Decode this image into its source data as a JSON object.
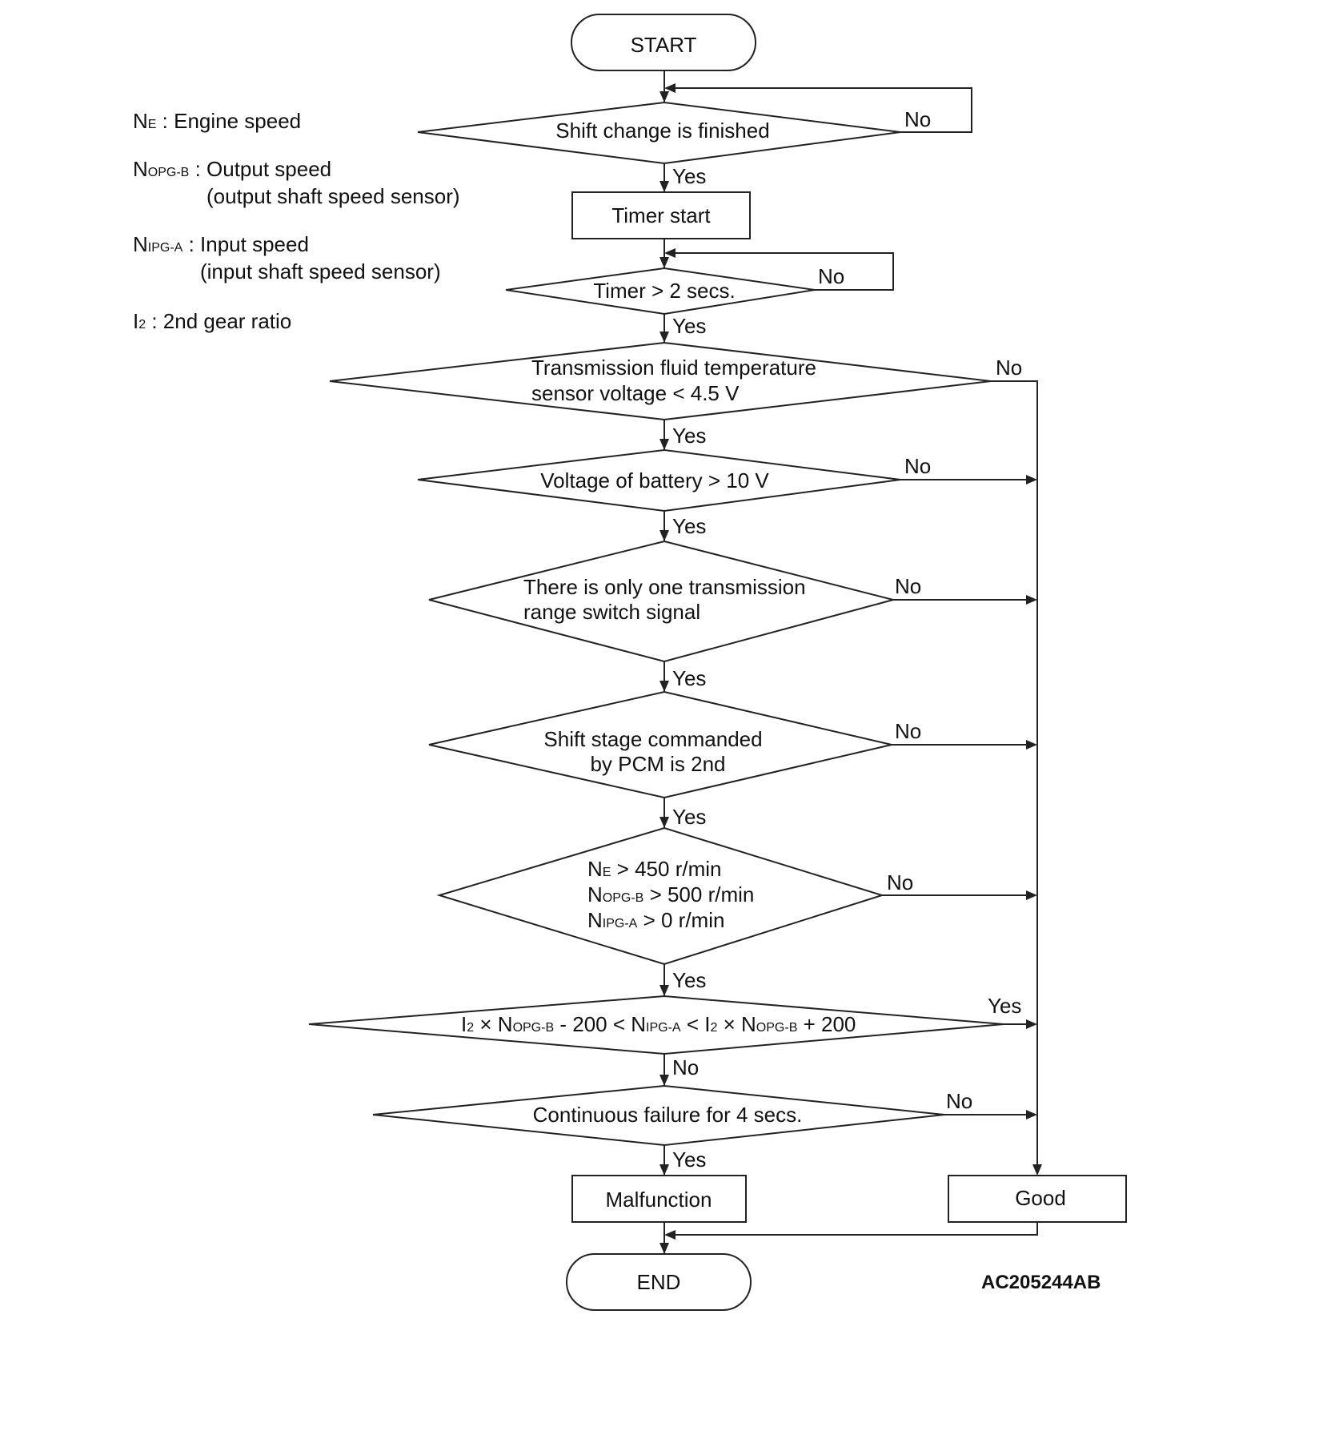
{
  "legend": {
    "ne": {
      "sym": "N",
      "sub": "E",
      "text": " : Engine speed"
    },
    "nopg": {
      "sym": "N",
      "sub": "OPG-B",
      "text": " : Output speed",
      "line2": "(output shaft speed sensor)"
    },
    "nipg": {
      "sym": "N",
      "sub": "IPG-A",
      "text": " : Input speed",
      "line2": "(input shaft speed sensor)"
    },
    "i2": {
      "sym": "I",
      "sub": "2",
      "text": " : 2nd gear ratio"
    }
  },
  "nodes": {
    "start": "START",
    "shift_finished": "Shift change is finished",
    "timer_start": "Timer start",
    "timer_2s": "Timer > 2 secs.",
    "fluid_temp": {
      "line1": "Transmission fluid temperature",
      "line2": "sensor voltage < 4.5 V"
    },
    "battery": "Voltage of battery > 10 V",
    "range_switch": {
      "line1": "There is only one transmission",
      "line2": "range switch signal"
    },
    "shift_stage": {
      "line1": "Shift stage commanded",
      "line2": "by PCM is 2nd"
    },
    "speeds": {
      "l1": {
        "sym": "N",
        "sub": "E",
        "rest": " > 450 r/min"
      },
      "l2": {
        "sym": "N",
        "sub": "OPG-B",
        "rest": " > 500 r/min"
      },
      "l3": {
        "sym": "N",
        "sub": "IPG-A",
        "rest": " > 0 r/min"
      }
    },
    "ratio": {
      "i": "I",
      "isub": "2",
      "times": " × ",
      "n": "N",
      "opg": "OPG-B",
      "minus": " - 200 < ",
      "ipg": "IPG-A",
      "lt": " < ",
      "plus": " + 200"
    },
    "continuous": "Continuous failure for 4 secs.",
    "malfunction": "Malfunction",
    "good": "Good",
    "end": "END"
  },
  "labels": {
    "yes": "Yes",
    "no": "No"
  },
  "figure_code": "AC205244AB"
}
